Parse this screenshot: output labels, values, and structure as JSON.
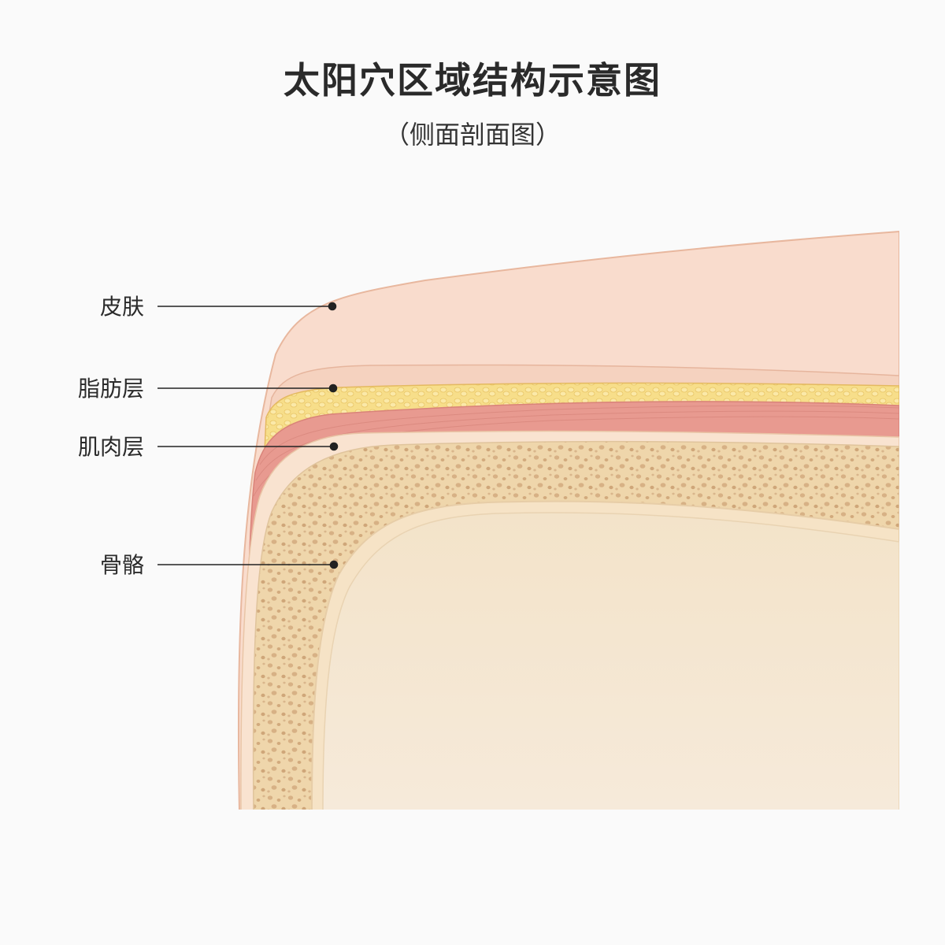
{
  "title": "太阳穴区域结构示意图",
  "subtitle": "（侧面剖面图）",
  "layers": [
    {
      "id": "skin",
      "label": "皮肤",
      "color": "#f9dccd"
    },
    {
      "id": "fat",
      "label": "脂肪层",
      "color": "#f6dc84"
    },
    {
      "id": "muscle",
      "label": "肌肉层",
      "color": "#e89c92"
    },
    {
      "id": "bone",
      "label": "骨骼",
      "color": "#f1dbb6"
    }
  ]
}
